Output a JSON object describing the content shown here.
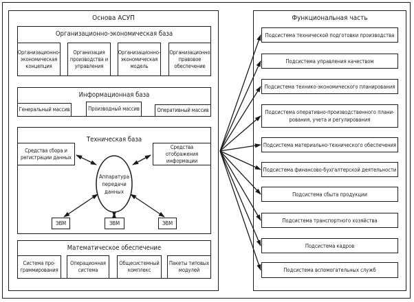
{
  "left": {
    "title": "Основа АСУП",
    "org_base": {
      "title": "Организационно-экономическая база",
      "items": [
        "Организационно-\nэкономическая\nконцепция",
        "Организация\nпроизводства и\nуправления",
        "Организационно-\nэкономическая\nмодель",
        "Организационно\nправовое\nобеспечение"
      ]
    },
    "info_base": {
      "title": "Информационная база",
      "items": [
        "Генеральный массив",
        "Производный массив",
        "Оперативный массив"
      ]
    },
    "tech_base": {
      "title": "Техническая база",
      "collect": "Средства сбора и\nрегистрации данных",
      "display": "Средства отображения\nинформации",
      "hub": "Аппаратура\nпередачи\nданных",
      "computers": [
        "ЭВМ",
        "ЭВМ",
        "ЭВМ"
      ]
    },
    "math_base": {
      "title": "Математическое обеспечение",
      "items": [
        "Система про-\nграммирования",
        "Операционная\nсистема",
        "Общесистемный\nкомплекс",
        "Пакеты типовых\nмодулей"
      ]
    }
  },
  "right": {
    "title": "Функциональная часть",
    "subsystems": [
      "Подсистема технической подготовки производства",
      "Подсистема управления качеством",
      "Подсистема технико-экономического планирования",
      "Подсистема оперативно-производственного плани-\nрования, учета и регулирования",
      "Подсистема материально-технического обеспечения",
      "Подсистема финансово-бухгалтерской деятельности",
      "Подсистема сбыта продукции",
      "Подсистема транспортного хозяйства",
      "Подсистема кадров",
      "Подсистема вспомогательных служб"
    ]
  }
}
